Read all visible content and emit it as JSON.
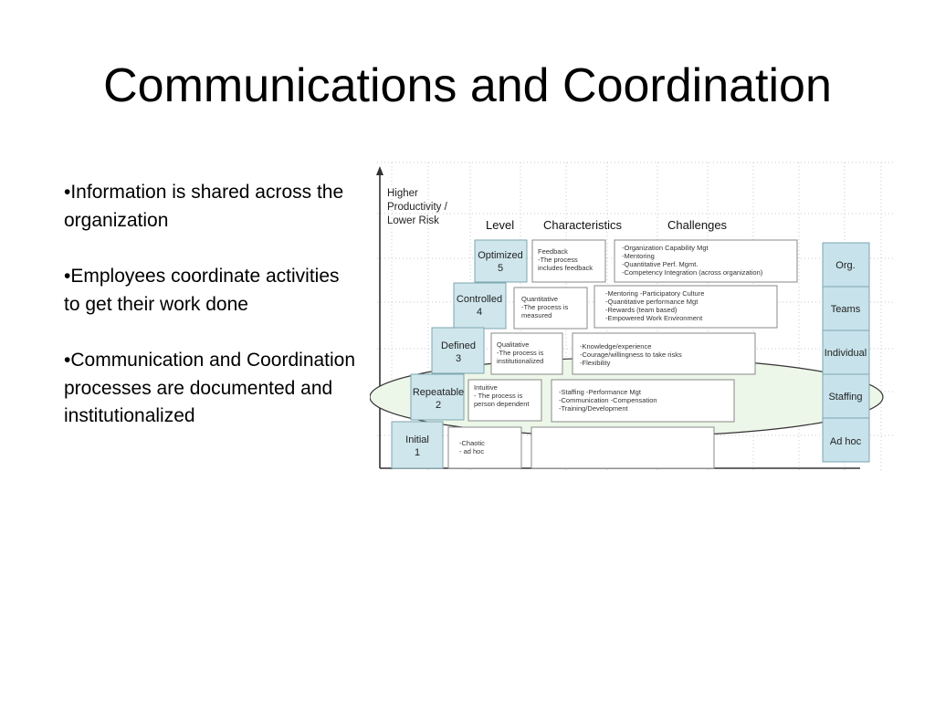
{
  "slide": {
    "title": "Communications and Coordination",
    "bullets": [
      "•Information is shared across the organization",
      "•Employees coordinate activities to get their work done",
      "•Communication and Coordination processes are documented and institutionalized"
    ]
  },
  "diagram": {
    "axis_label": [
      "Higher",
      "Productivity /",
      "Lower Risk"
    ],
    "headers": {
      "level": "Level",
      "characteristics": "Characteristics",
      "challenges": "Challenges"
    },
    "levels": [
      {
        "name": "Optimized",
        "num": "5",
        "characteristics": [
          "Feedback",
          "-The process",
          "includes feedback"
        ],
        "challenges": [
          "-Organization Capability Mgt",
          "-Mentoring",
          "-Quantitative Perf. Mgmt.",
          "-Competency Integration (across organization)"
        ]
      },
      {
        "name": "Controlled",
        "num": "4",
        "characteristics": [
          "Quantitative",
          "-The process is",
          "measured"
        ],
        "challenges": [
          "-Mentoring     -Participatory Culture",
          "-Quantitative performance Mgt",
          "-Rewards (team based)",
          "-Empowered Work Environment"
        ]
      },
      {
        "name": "Defined",
        "num": "3",
        "characteristics": [
          "Qualitative",
          "-The process is",
          "institutionalized"
        ],
        "challenges": [
          "-Knowledge/experience",
          "-Courage/willingness to take risks",
          "-Flexibility"
        ]
      },
      {
        "name": "Repeatable",
        "num": "2",
        "characteristics": [
          "Intuitive",
          "- The process is",
          "person dependent"
        ],
        "challenges": [
          "-Staffing                 -Performance Mgt",
          "-Communication          -Compensation",
          "-Training/Development"
        ]
      },
      {
        "name": "Initial",
        "num": "1",
        "characteristics": [
          "-Chaotic",
          "- ad hoc"
        ],
        "challenges": []
      }
    ],
    "categories": [
      "Org.",
      "Teams",
      "Individual",
      "Staffing",
      "Ad hoc"
    ],
    "colors": {
      "level_fill": "#cfe6ec",
      "level_stroke": "#7ea6b0",
      "cat_fill": "#c7e2ea",
      "ellipse_fill": "#edf7e9",
      "ellipse_stroke": "#333333"
    }
  }
}
